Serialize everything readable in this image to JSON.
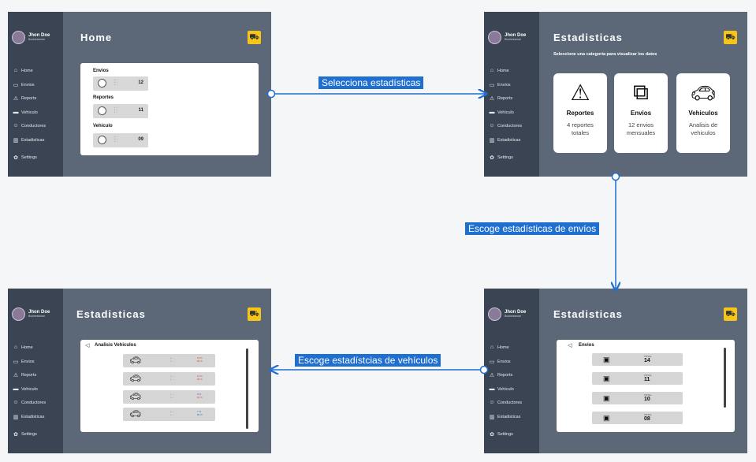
{
  "user": {
    "name": "Jhon Doe",
    "role": "Businessman"
  },
  "nav": [
    "Home",
    "Envios",
    "Reports",
    "Vehiculo",
    "Conductores",
    "Estadisticas"
  ],
  "settings": "Settings",
  "screen1": {
    "title": "Home",
    "sections": [
      {
        "label": "Envios",
        "total": "12"
      },
      {
        "label": "Reportes",
        "total": "11"
      },
      {
        "label": "Vehiculo",
        "total": "09"
      }
    ],
    "total_label": "TOTAL"
  },
  "screen2": {
    "title": "Estadisticas",
    "subtitle": "Seleccione una categoria para visualizar los datos",
    "cards": [
      {
        "title": "Reportes",
        "desc": "4 reportes totales",
        "icon": "warning-icon"
      },
      {
        "title": "Envios",
        "desc": "12 envios mensuales",
        "icon": "package-icon"
      },
      {
        "title": "Vehiculos",
        "desc": "Analisis de vehiculos",
        "icon": "car-icon"
      }
    ]
  },
  "screen3": {
    "title": "Estadisticas",
    "panel_title": "Envios",
    "total_label": "TOTAL",
    "rows": [
      "14",
      "11",
      "10",
      "08"
    ]
  },
  "screen4": {
    "title": "Estadisticas",
    "panel_title": "Analisis Vehiculos",
    "rows": [
      {
        "v1": "18 %",
        "v2": "80 %"
      },
      {
        "v1": "18 %",
        "v2": "80 %"
      },
      {
        "v1": "8 %",
        "v2": "80 %"
      },
      {
        "v1": "7 %",
        "v2": "80 %"
      }
    ]
  },
  "arrows": {
    "a1": "Selecciona estadísticas",
    "a2": "Escoge estadísticas de envíos",
    "a3": "Escoge estadístcias de vehículos"
  },
  "colors": {
    "screen_bg": "#5c6878",
    "sidebar_bg": "#3a4452",
    "accent": "#1f6fd0",
    "logo": "#f5c518"
  }
}
